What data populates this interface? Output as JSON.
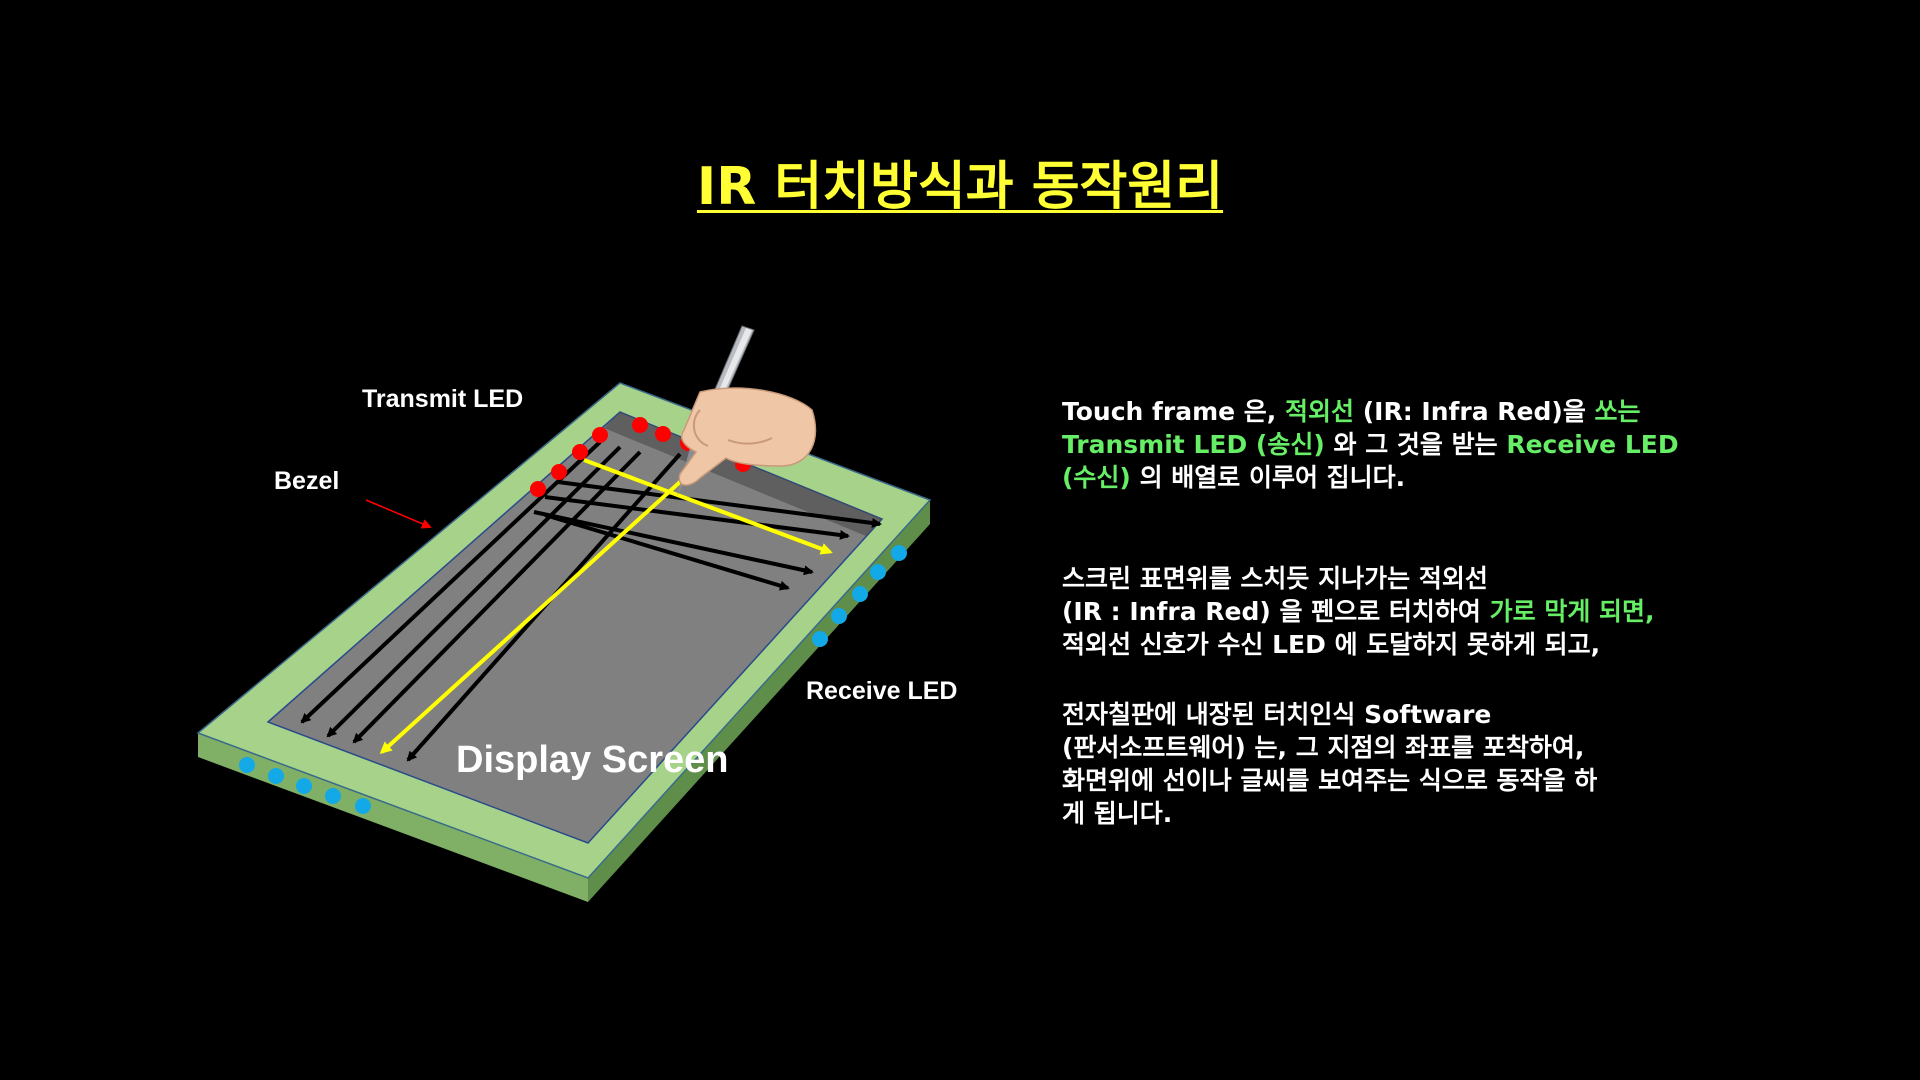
{
  "title": "IR 터치방식과 동작원리",
  "labels": {
    "transmit_led": "Transmit LED",
    "bezel": "Bezel",
    "receive_led": "Receive LED",
    "display_screen": "Display Screen"
  },
  "paragraphs": [
    {
      "lines": [
        [
          {
            "t": "Touch frame 은, "
          },
          {
            "t": "적외선",
            "g": true
          },
          {
            "t": " (IR: Infra Red)을 "
          },
          {
            "t": "쏘는",
            "g": true
          }
        ],
        [
          {
            "t": "Transmit LED (송신)",
            "g": true
          },
          {
            "t": " 와 그 것을 받는 "
          },
          {
            "t": "Receive LED",
            "g": true
          }
        ],
        [
          {
            "t": "(수신)",
            "g": true
          },
          {
            "t": " 의 배열로 이루어 집니다."
          }
        ]
      ]
    },
    {
      "lines": [
        [
          {
            "t": "스크린 표면위를 스치듯 지나가는 적외선"
          }
        ],
        [
          {
            "t": "(IR : Infra Red) 을 펜으로 터치하여 "
          },
          {
            "t": "가로 막게 되면,",
            "g": true
          }
        ],
        [
          {
            "t": "적외선 신호가 수신 LED 에 도달하지 못하게 되고,"
          }
        ]
      ]
    },
    {
      "lines": [
        [
          {
            "t": "전자칠판에 내장된 터치인식 Software"
          }
        ],
        [
          {
            "t": "(판서소프트웨어) 는, 그 지점의 좌표를 포착하여,"
          }
        ],
        [
          {
            "t": "화면위에 선이나 글씨를 보여주는 식으로 동작을 하"
          }
        ],
        [
          {
            "t": "게 됩니다."
          }
        ]
      ]
    }
  ],
  "colors": {
    "title": "#ffff33",
    "highlight": "#66ee66",
    "bezel": "#a6d28a",
    "screen": "#808080",
    "transmit_led": "#ff0000",
    "receive_led": "#12a9e6",
    "beam": "#000000",
    "touch_beam": "#ffff00",
    "pointer": "#ff0000"
  },
  "icons": {
    "pen": "stylus-pen-icon",
    "hand": "hand-icon"
  }
}
